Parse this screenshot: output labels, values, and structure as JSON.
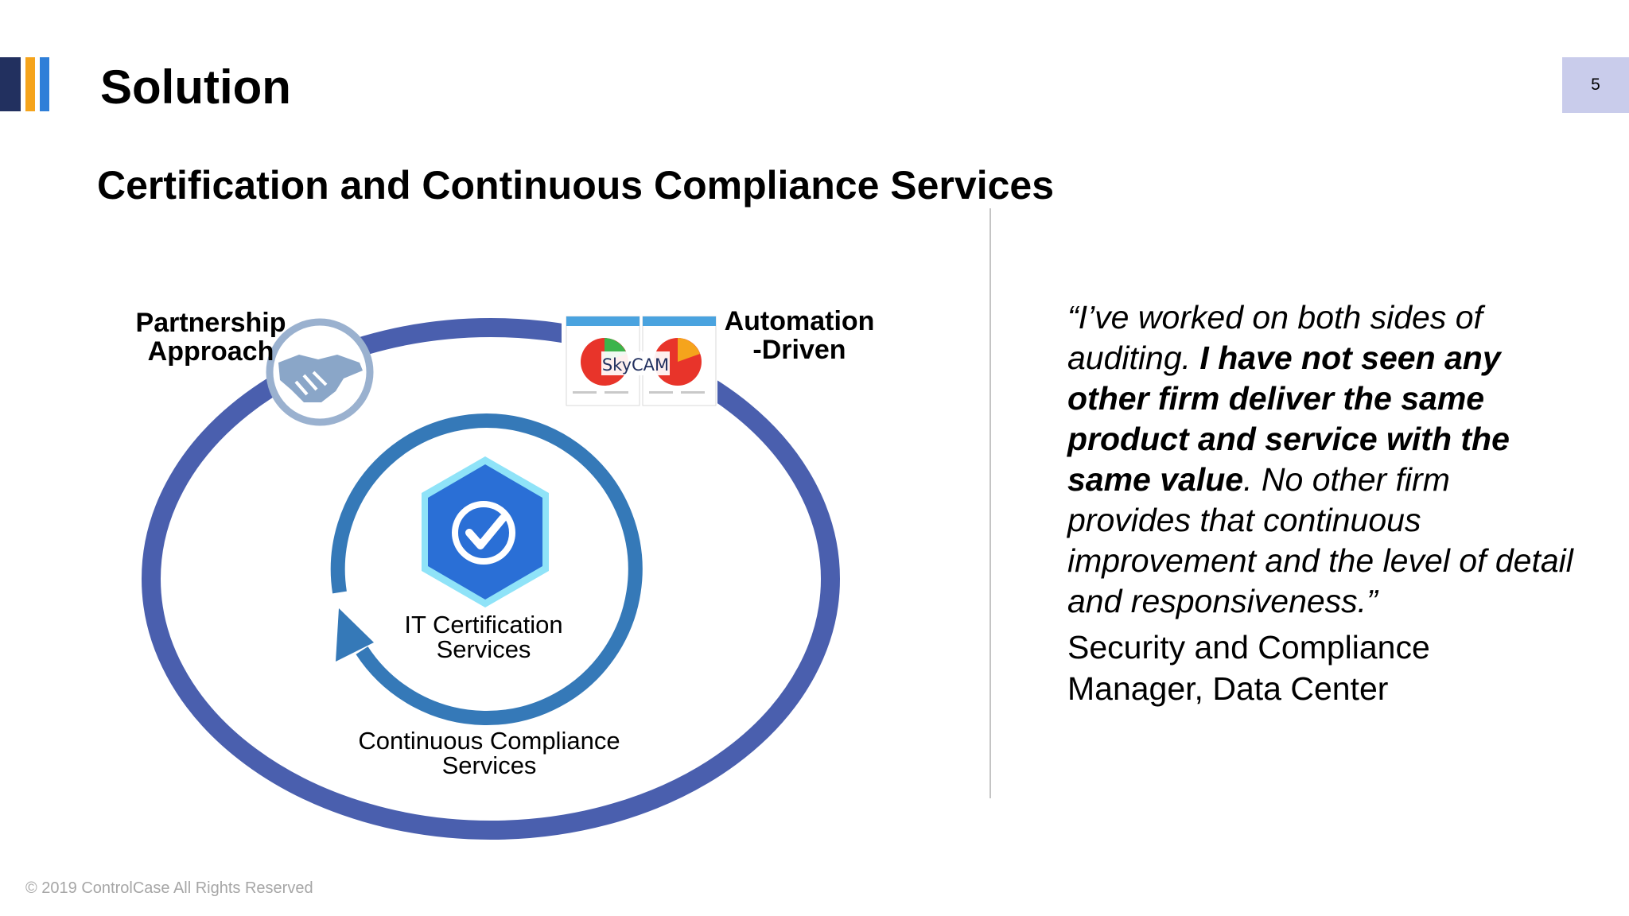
{
  "slide": {
    "title": "Solution",
    "page_number": "5",
    "subtitle": "Certification and Continuous Compliance Services"
  },
  "diagram": {
    "labels": {
      "partnership_line1": "Partnership",
      "partnership_line2": "Approach",
      "automation_line1": "Automation",
      "automation_line2": "-Driven",
      "it_cert_line1": "IT Certification",
      "it_cert_line2": "Services",
      "ccs_line1": "Continuous Compliance",
      "ccs_line2": "Services",
      "skycam_logo": "SkyCAM"
    },
    "icons": [
      "handshake-icon",
      "checkmark-hexagon-icon",
      "circular-arrow-icon"
    ],
    "colors": {
      "outer_ring": "#4a5fae",
      "inner_ring": "#3579b8",
      "hexagon": "#2a6fd6",
      "handshake_circle": "#9ab1cf"
    }
  },
  "quote": {
    "part1": "“I’ve worked on both sides of auditing. ",
    "bold": "I have not seen any other firm deliver the same product and service with the same value",
    "part2": ". No other firm provides that continuous improvement and the level of detail and responsiveness.”",
    "attribution_line1": "Security and Compliance",
    "attribution_line2": "Manager, Data Center"
  },
  "footer": {
    "copyright": "© 2019 ControlCase All Rights Reserved"
  },
  "colors": {
    "brand_navy": "#22305f",
    "brand_orange": "#f5a41c",
    "brand_blue": "#2f7fd8",
    "page_number_bg": "#c9cceb"
  }
}
